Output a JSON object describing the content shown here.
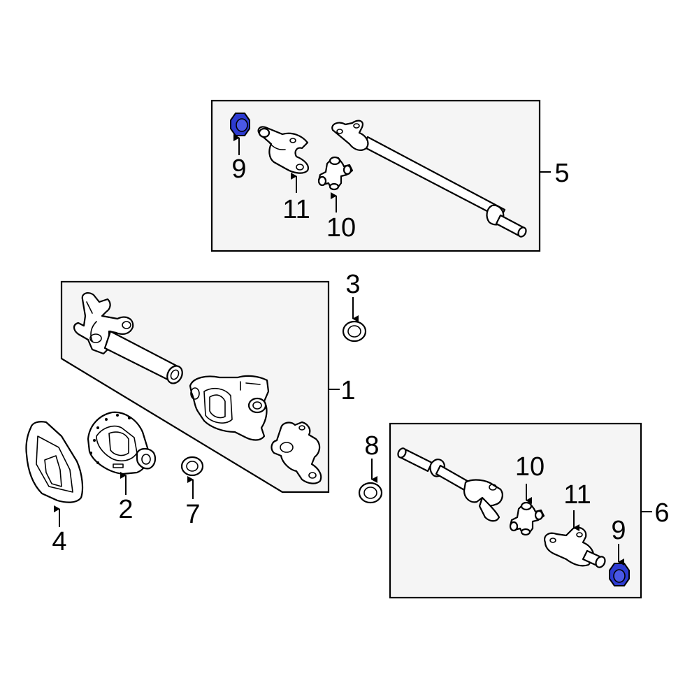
{
  "callouts": {
    "c1": "1",
    "c2": "2",
    "c3": "3",
    "c4": "4",
    "c5": "5",
    "c6": "6",
    "c7": "7",
    "c8": "8",
    "c9a": "9",
    "c9b": "9",
    "c10a": "10",
    "c10b": "10",
    "c11a": "11",
    "c11b": "11"
  },
  "colors": {
    "highlight": "#2d3bd1",
    "panel": "#f5f5f5",
    "line": "#000000"
  }
}
